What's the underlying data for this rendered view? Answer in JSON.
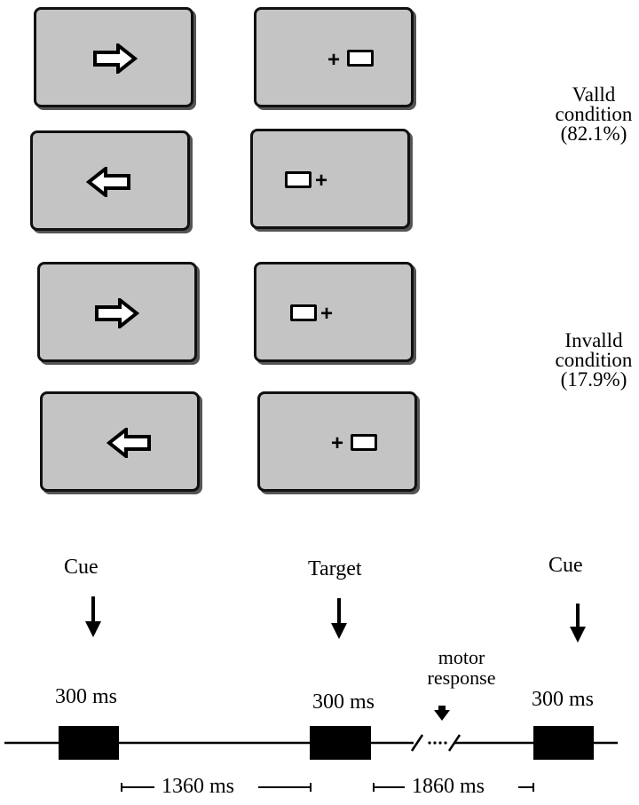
{
  "conditions": {
    "valid": {
      "line1": "Valld",
      "line2": "condition",
      "line3": "(82.1%)"
    },
    "invalid": {
      "line1": "Invalld",
      "line2": "condition",
      "line3": "(17.9%)"
    }
  },
  "panels": [
    {
      "cue": "right-arrow",
      "target": "plus-then-box"
    },
    {
      "cue": "left-arrow",
      "target": "box-then-plus"
    },
    {
      "cue": "right-arrow",
      "target": "box-then-plus"
    },
    {
      "cue": "left-arrow",
      "target": "plus-then-box"
    }
  ],
  "timeline": {
    "cue1": "Cue",
    "target": "Target",
    "cue2": "Cue",
    "dur1": "300 ms",
    "dur2": "300 ms",
    "dur3": "300 ms",
    "motor_line1": "motor",
    "motor_line2": "response",
    "isi1": "1360 ms",
    "isi2": "1860 ms"
  },
  "symbols": {
    "plus": "+"
  },
  "colors": {
    "panel_fill": "#c4c4c4",
    "stroke": "#000000"
  }
}
